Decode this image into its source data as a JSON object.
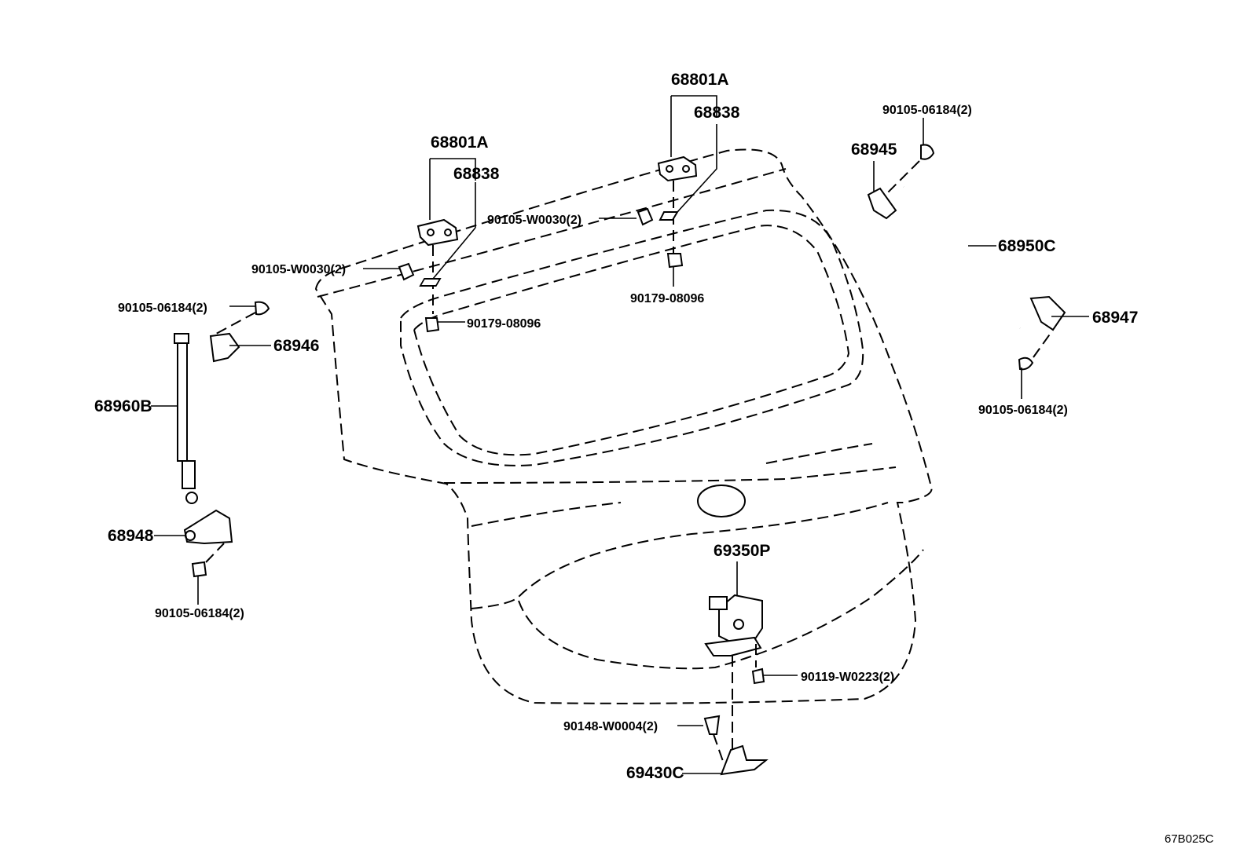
{
  "diagram_code": "67B025C",
  "labels": {
    "hinge_left_assy": "68801A",
    "hinge_left": "68838",
    "hinge_right_assy": "68801A",
    "hinge_right": "68838",
    "bolt_top_right": "90105-06184(2)",
    "bracket_68945": "68945",
    "bolt_hinge_right": "90105-W0030(2)",
    "bolt_hinge_left": "90105-W0030(2)",
    "strut_right": "68950C",
    "nut_right": "90179-08096",
    "bolt_top_left": "90105-06184(2)",
    "nut_left": "90179-08096",
    "bracket_68947": "68947",
    "bracket_68946": "68946",
    "bolt_lower_right": "90105-06184(2)",
    "strut_left": "68960B",
    "bracket_68948": "68948",
    "lock": "69350P",
    "bolt_bottom_left": "90105-06184(2)",
    "bolt_lock": "90119-W0223(2)",
    "screw_striker": "90148-W0004(2)",
    "striker": "69430C"
  }
}
